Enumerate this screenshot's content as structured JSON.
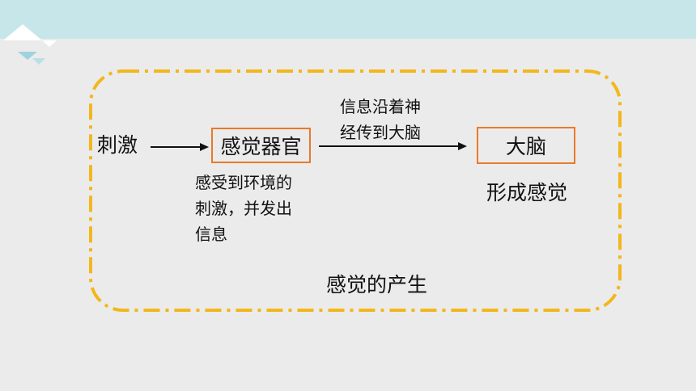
{
  "diagram": {
    "stimulus": "刺激",
    "sense_organ": "感觉器官",
    "sense_organ_note": [
      "感受到环境的",
      "刺激，并发出",
      "信息"
    ],
    "transmission_note": [
      "信息沿着神",
      "经传到大脑"
    ],
    "brain": "大脑",
    "brain_note": "形成感觉",
    "caption": "感觉的产生"
  },
  "colors": {
    "header_band": "#c7e6ea",
    "background": "#ebebeb",
    "dashed_frame": "#f3b71b",
    "box_border": "#e97a2b"
  }
}
